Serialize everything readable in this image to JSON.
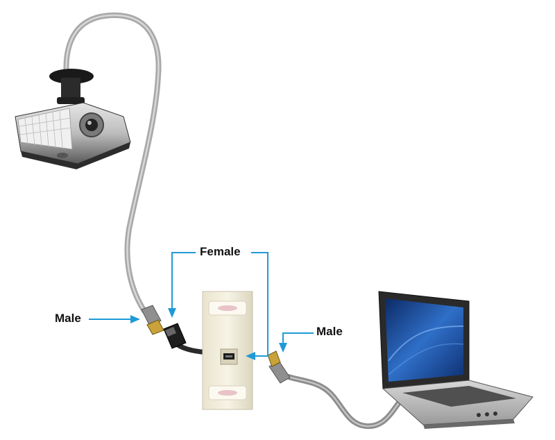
{
  "labels": {
    "female": "Female",
    "male_left": "Male",
    "male_right": "Male"
  },
  "colors": {
    "arrow": "#1f9ad6",
    "cable_gray": "#a6a6a6",
    "cable_black": "#2a2a2a",
    "wall_plate": "#f2eedc",
    "projector_body": "#3a3a3a",
    "laptop_screen": "#1c4f9c"
  },
  "icons": [
    "projector-icon",
    "wall-plate-icon",
    "laptop-icon",
    "hdmi-connector-icon"
  ]
}
